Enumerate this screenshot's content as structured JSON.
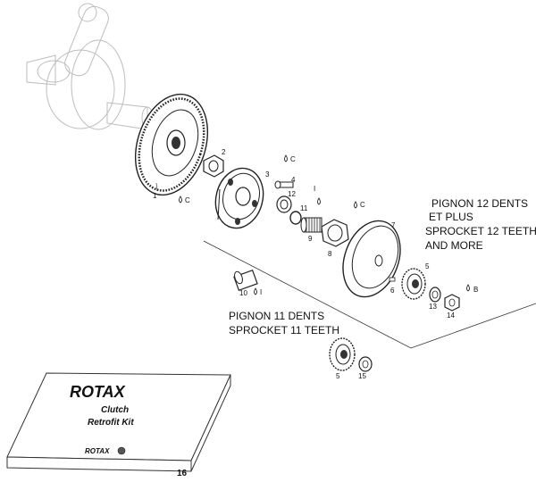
{
  "notes": {
    "pignon12": [
      "PIGNON 12 DENTS",
      "ET PLUS",
      "SPROCKET 12 TEETH",
      "AND MORE"
    ],
    "pignon11": [
      "PIGNON 11 DENTS",
      "SPROCKET 11 TEETH"
    ]
  },
  "kit": {
    "brand": "ROTAX",
    "line1": "Clutch",
    "line2": "Retrofit Kit",
    "footer_brand": "ROTAX",
    "number": "16"
  },
  "callouts": {
    "c1": "1",
    "c2": "2",
    "c3": "3",
    "c4": "4",
    "c5a": "5",
    "c5b": "5",
    "c6": "6",
    "c7": "7",
    "c8": "8",
    "c9": "9",
    "c10": "10",
    "c11": "11",
    "c12": "12",
    "c13": "13",
    "c14": "14",
    "c15": "15"
  },
  "lube": {
    "l1": "C",
    "l2": "C",
    "l3": "I",
    "l4": "C",
    "l5": "I",
    "l6": "B"
  }
}
